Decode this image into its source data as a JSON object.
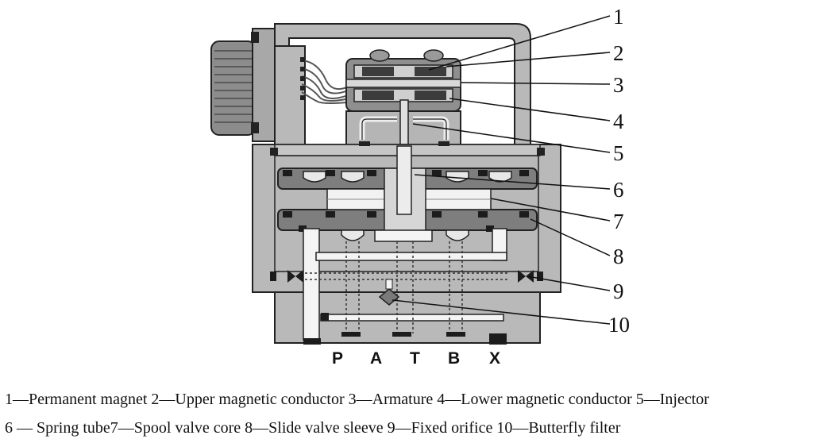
{
  "callouts": [
    "1",
    "2",
    "3",
    "4",
    "5",
    "6",
    "7",
    "8",
    "9",
    "10"
  ],
  "ports": [
    "P",
    "A",
    "T",
    "B",
    "X"
  ],
  "caption_line1": "1—Permanent magnet 2—Upper magnetic conductor 3—Armature 4—Lower magnetic conductor 5—Injector",
  "caption_line2": "6 — Spring tube7—Spool valve core 8—Slide valve sleeve 9—Fixed orifice 10—Butterfly filter"
}
